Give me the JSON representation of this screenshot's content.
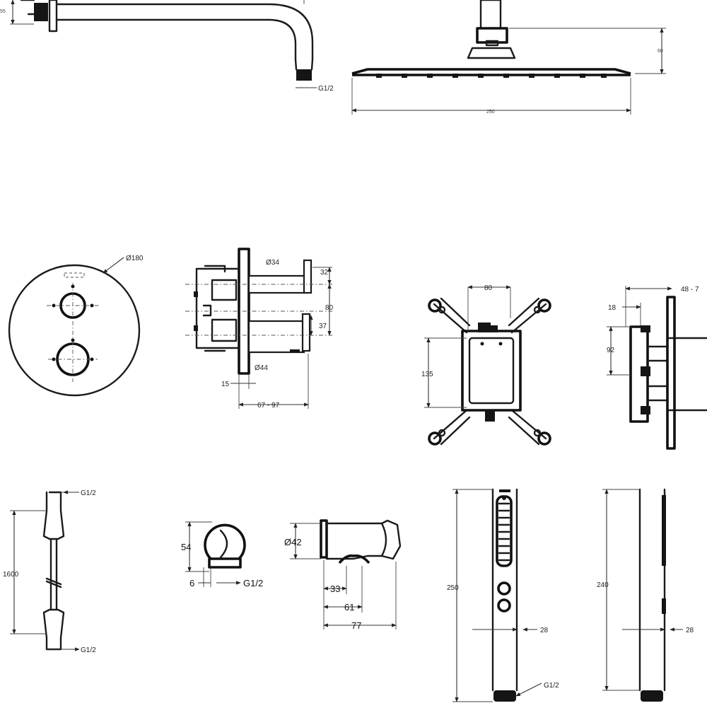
{
  "shower_arm": {
    "wall_dim": "55",
    "thread": "G1/2"
  },
  "shower_head": {
    "height": "60",
    "width": "250"
  },
  "thermostat_plate": {
    "diameter": "Ø180"
  },
  "mixer_body": {
    "upper_diameter": "Ø34",
    "lower_diameter": "Ø44",
    "upper_offset": "32",
    "spacing": "80",
    "lower_offset": "37",
    "wall_offset": "15",
    "depth_range": "67 - 97"
  },
  "mounting_frame": {
    "top_width": "80",
    "height": "135"
  },
  "frame_side": {
    "depth_range": "48 - 7",
    "offset": "18",
    "height": "92"
  },
  "hose": {
    "thread_top": "G1/2",
    "length": "1600",
    "thread_bottom": "G1/2"
  },
  "wall_outlet": {
    "height": "54",
    "offset": "6",
    "thread": "G1/2"
  },
  "holder": {
    "diameter": "Ø42",
    "dim_a": "33",
    "dim_b": "61",
    "dim_c": "77"
  },
  "hand_shower_front": {
    "length": "250",
    "width": "28",
    "thread": "G1/2"
  },
  "hand_shower_side": {
    "length": "240",
    "width": "28"
  }
}
